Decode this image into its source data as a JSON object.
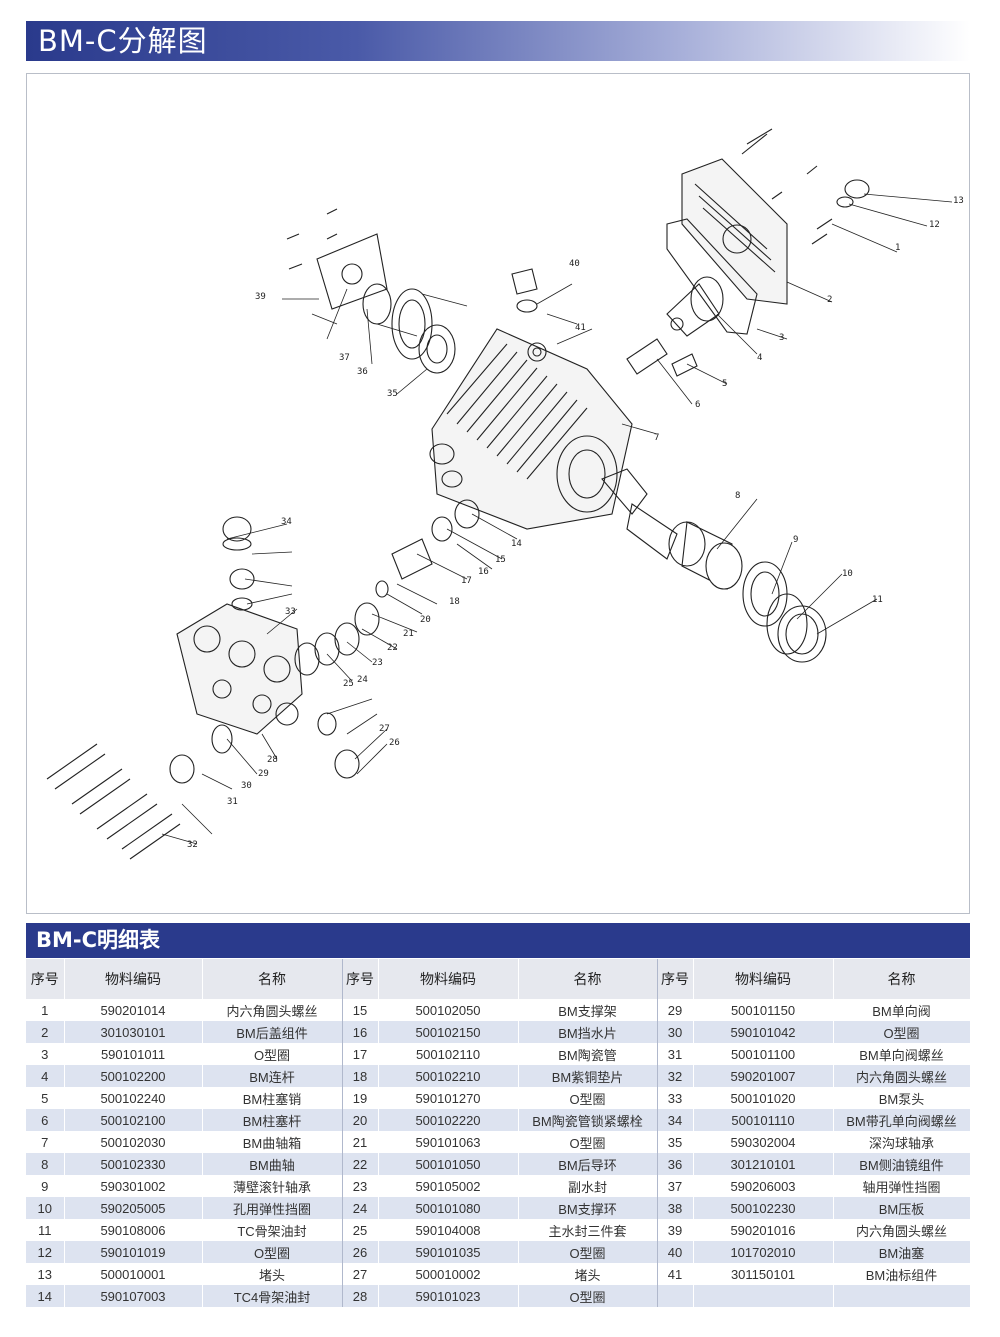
{
  "page_title": "BM-C分解图",
  "table_title": "BM-C明细表",
  "headers": [
    "序号",
    "物料编码",
    "名称",
    "序号",
    "物料编码",
    "名称",
    "序号",
    "物料编码",
    "名称"
  ],
  "callouts": [
    "1",
    "2",
    "3",
    "4",
    "5",
    "6",
    "7",
    "8",
    "9",
    "10",
    "11",
    "12",
    "13",
    "14",
    "15",
    "16",
    "17",
    "18",
    "20",
    "21",
    "22",
    "23",
    "24",
    "25",
    "26",
    "27",
    "28",
    "29",
    "30",
    "31",
    "32",
    "33",
    "34",
    "35",
    "36",
    "37",
    "39",
    "40",
    "41"
  ],
  "rows": [
    [
      [
        "1",
        "590201014",
        "内六角圆头螺丝"
      ],
      [
        "15",
        "500102050",
        "BM支撑架"
      ],
      [
        "29",
        "500101150",
        "BM单向阀"
      ]
    ],
    [
      [
        "2",
        "301030101",
        "BM后盖组件"
      ],
      [
        "16",
        "500102150",
        "BM挡水片"
      ],
      [
        "30",
        "590101042",
        "O型圈"
      ]
    ],
    [
      [
        "3",
        "590101011",
        "O型圈"
      ],
      [
        "17",
        "500102110",
        "BM陶瓷管"
      ],
      [
        "31",
        "500101100",
        "BM单向阀螺丝"
      ]
    ],
    [
      [
        "4",
        "500102200",
        "BM连杆"
      ],
      [
        "18",
        "500102210",
        "BM紫铜垫片"
      ],
      [
        "32",
        "590201007",
        "内六角圆头螺丝"
      ]
    ],
    [
      [
        "5",
        "500102240",
        "BM柱塞销"
      ],
      [
        "19",
        "590101270",
        "O型圈"
      ],
      [
        "33",
        "500101020",
        "BM泵头"
      ]
    ],
    [
      [
        "6",
        "500102100",
        "BM柱塞杆"
      ],
      [
        "20",
        "500102220",
        "BM陶瓷管锁紧螺栓"
      ],
      [
        "34",
        "500101110",
        "BM带孔单向阀螺丝"
      ]
    ],
    [
      [
        "7",
        "500102030",
        "BM曲轴箱"
      ],
      [
        "21",
        "590101063",
        "O型圈"
      ],
      [
        "35",
        "590302004",
        "深沟球轴承"
      ]
    ],
    [
      [
        "8",
        "500102330",
        "BM曲轴"
      ],
      [
        "22",
        "500101050",
        "BM后导环"
      ],
      [
        "36",
        "301210101",
        "BM侧油镜组件"
      ]
    ],
    [
      [
        "9",
        "590301002",
        "薄壁滚针轴承"
      ],
      [
        "23",
        "590105002",
        "副水封"
      ],
      [
        "37",
        "590206003",
        "轴用弹性挡圈"
      ]
    ],
    [
      [
        "10",
        "590205005",
        "孔用弹性挡圈"
      ],
      [
        "24",
        "500101080",
        "BM支撑环"
      ],
      [
        "38",
        "500102230",
        "BM压板"
      ]
    ],
    [
      [
        "11",
        "590108006",
        "TC骨架油封"
      ],
      [
        "25",
        "590104008",
        "主水封三件套"
      ],
      [
        "39",
        "590201016",
        "内六角圆头螺丝"
      ]
    ],
    [
      [
        "12",
        "590101019",
        "O型圈"
      ],
      [
        "26",
        "590101035",
        "O型圈"
      ],
      [
        "40",
        "101702010",
        "BM油塞"
      ]
    ],
    [
      [
        "13",
        "500010001",
        "堵头"
      ],
      [
        "27",
        "500010002",
        "堵头"
      ],
      [
        "41",
        "301150101",
        "BM油标组件"
      ]
    ],
    [
      [
        "14",
        "590107003",
        "TC4骨架油封"
      ],
      [
        "28",
        "590101023",
        "O型圈"
      ],
      [
        "",
        "",
        ""
      ]
    ]
  ]
}
